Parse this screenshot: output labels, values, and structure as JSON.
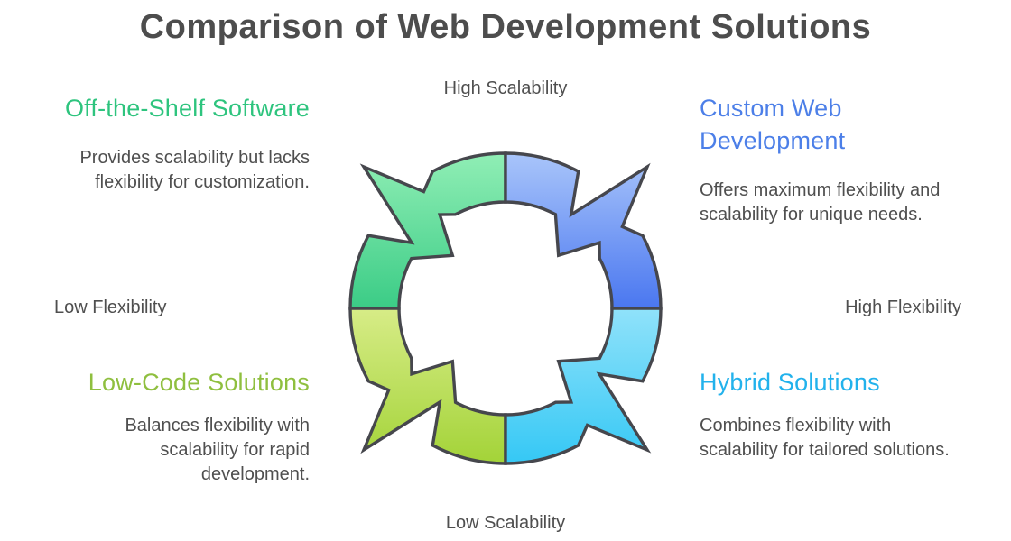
{
  "title": "Comparison of Web Development Solutions",
  "axes": {
    "top": "High Scalability",
    "bottom": "Low Scalability",
    "left": "Low Flexibility",
    "right": "High Flexibility"
  },
  "quadrants": [
    {
      "id": "off-the-shelf-software",
      "position": "top-left",
      "heading": "Off-the-Shelf Software",
      "description": "Provides scalability but lacks flexibility for customization.",
      "heading_color": "#2ec47e",
      "gradient": [
        "#90eeb5",
        "#3bcc86"
      ]
    },
    {
      "id": "custom-web-development",
      "position": "top-right",
      "heading": "Custom Web Development",
      "description": "Offers maximum flexibility and scalability for unique needs.",
      "heading_color": "#4c7fe8",
      "gradient": [
        "#a9c5fa",
        "#4a77f0"
      ]
    },
    {
      "id": "low-code-solutions",
      "position": "bottom-left",
      "heading": "Low-Code Solutions",
      "description": "Balances flexibility with scalability for rapid development.",
      "heading_color": "#8fbf3f",
      "gradient": [
        "#d7ec87",
        "#a3d338"
      ]
    },
    {
      "id": "hybrid-solutions",
      "position": "bottom-right",
      "heading": "Hybrid Solutions",
      "description": "Combines flexibility with scalability for tailored solutions.",
      "heading_color": "#22b2ec",
      "gradient": [
        "#90e2fa",
        "#35c8f5"
      ]
    }
  ],
  "diagram": {
    "type": "circular-cycle-arrows",
    "flow": "clockwise",
    "stroke_color": "#46474d"
  },
  "text_color": "#4f4f4f"
}
